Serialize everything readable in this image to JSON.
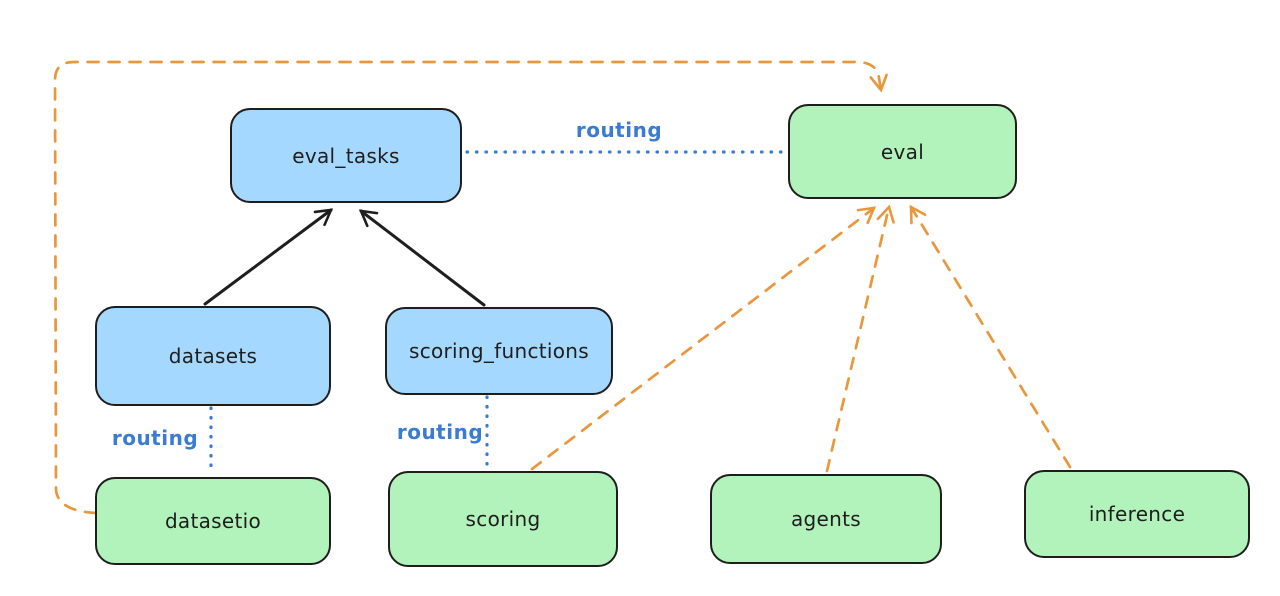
{
  "diagram": {
    "nodes": [
      {
        "id": "eval_tasks",
        "label": "eval_tasks",
        "variant": "blue"
      },
      {
        "id": "eval",
        "label": "eval",
        "variant": "green"
      },
      {
        "id": "datasets",
        "label": "datasets",
        "variant": "blue"
      },
      {
        "id": "scoring_functions",
        "label": "scoring_functions",
        "variant": "blue"
      },
      {
        "id": "datasetio",
        "label": "datasetio",
        "variant": "green"
      },
      {
        "id": "scoring",
        "label": "scoring",
        "variant": "green"
      },
      {
        "id": "agents",
        "label": "agents",
        "variant": "green"
      },
      {
        "id": "inference",
        "label": "inference",
        "variant": "green"
      }
    ],
    "edges": [
      {
        "from": "datasets",
        "to": "eval_tasks",
        "style": "solid-arrow",
        "color": "black"
      },
      {
        "from": "scoring_functions",
        "to": "eval_tasks",
        "style": "solid-arrow",
        "color": "black"
      },
      {
        "from": "eval_tasks",
        "to": "eval",
        "style": "dotted",
        "color": "blue",
        "label": "routing"
      },
      {
        "from": "datasets",
        "to": "datasetio",
        "style": "dotted",
        "color": "blue",
        "label": "routing"
      },
      {
        "from": "scoring_functions",
        "to": "scoring",
        "style": "dotted",
        "color": "blue",
        "label": "routing"
      },
      {
        "from": "datasetio",
        "to": "eval",
        "style": "dashed-arrow",
        "color": "orange"
      },
      {
        "from": "scoring",
        "to": "eval",
        "style": "dashed-arrow",
        "color": "orange"
      },
      {
        "from": "agents",
        "to": "eval",
        "style": "dashed-arrow",
        "color": "orange"
      },
      {
        "from": "inference",
        "to": "eval",
        "style": "dashed-arrow",
        "color": "orange"
      }
    ],
    "colors": {
      "node_blue_fill": "#a5d8ff",
      "node_green_fill": "#b2f2bb",
      "node_border": "#1e1e1e",
      "solid_arrow": "#1e1e1e",
      "routing_line": "#3b7cd3",
      "routing_label": "#3b7cd3",
      "provider_dashed": "#e8973c",
      "background": "#ffffff"
    }
  }
}
